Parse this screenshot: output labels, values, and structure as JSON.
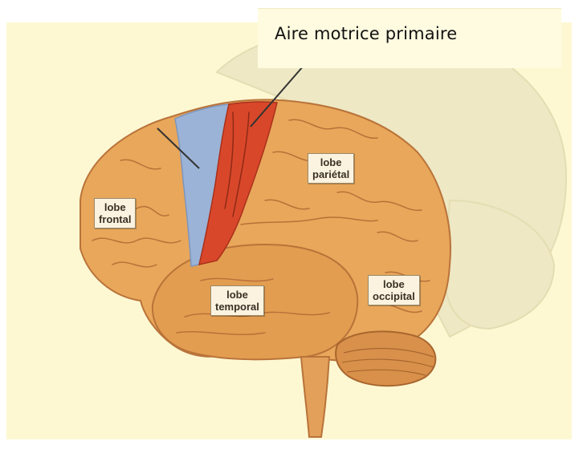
{
  "title": "Aire motrice primaire",
  "lobes": {
    "frontal": "lobe\nfrontal",
    "parietal": "lobe\npariétal",
    "temporal": "lobe\ntemporal",
    "occipital": "lobe\noccipital"
  },
  "colors": {
    "background": "#fdf8d2",
    "title_box": "#fefbe0",
    "brain_fill": "#e8a75a",
    "motor_area": "#d9472a",
    "premotor_area": "#9bb3d6",
    "ghost_brain": "#ece6c2"
  }
}
